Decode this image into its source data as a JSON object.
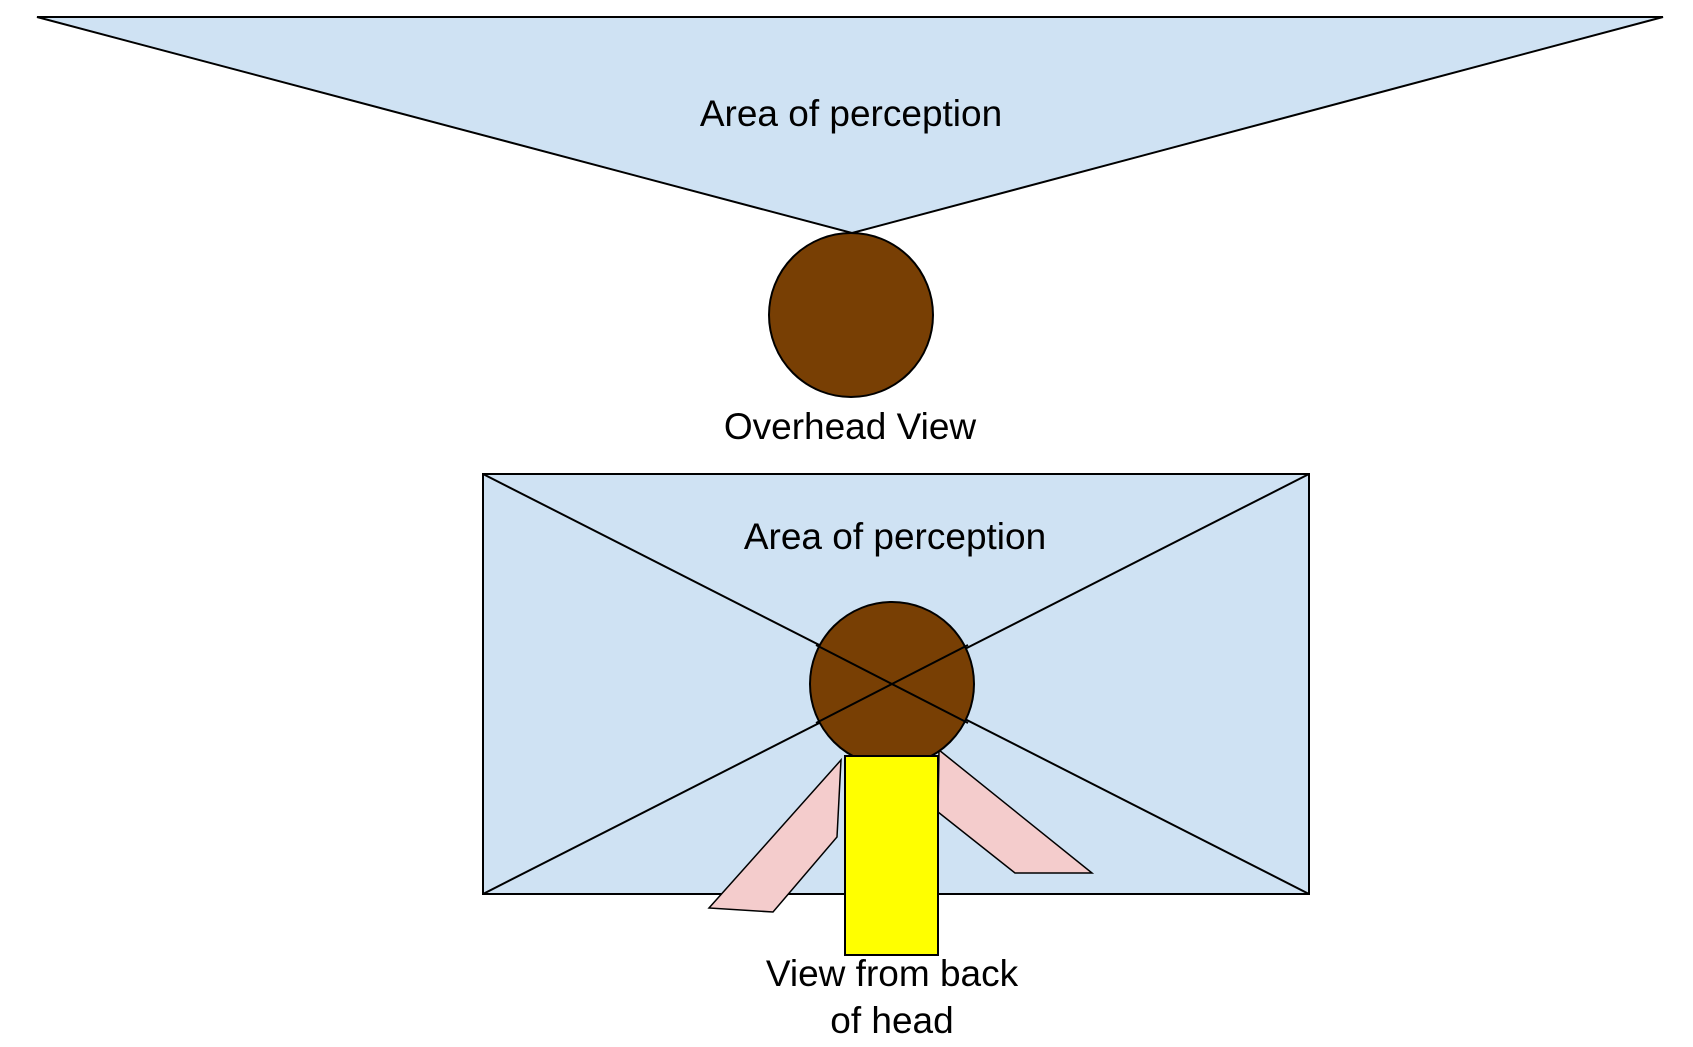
{
  "overhead": {
    "area_label": "Area of perception",
    "caption": "Overhead View"
  },
  "back_view": {
    "area_label": "Area of perception",
    "caption_line1": "View from back",
    "caption_line2": "of head"
  },
  "colors": {
    "area_fill": "#cfe2f3",
    "head_fill": "#783f04",
    "body_fill": "#ffff00",
    "arm_fill": "#f4cccc",
    "outline": "#000000"
  }
}
